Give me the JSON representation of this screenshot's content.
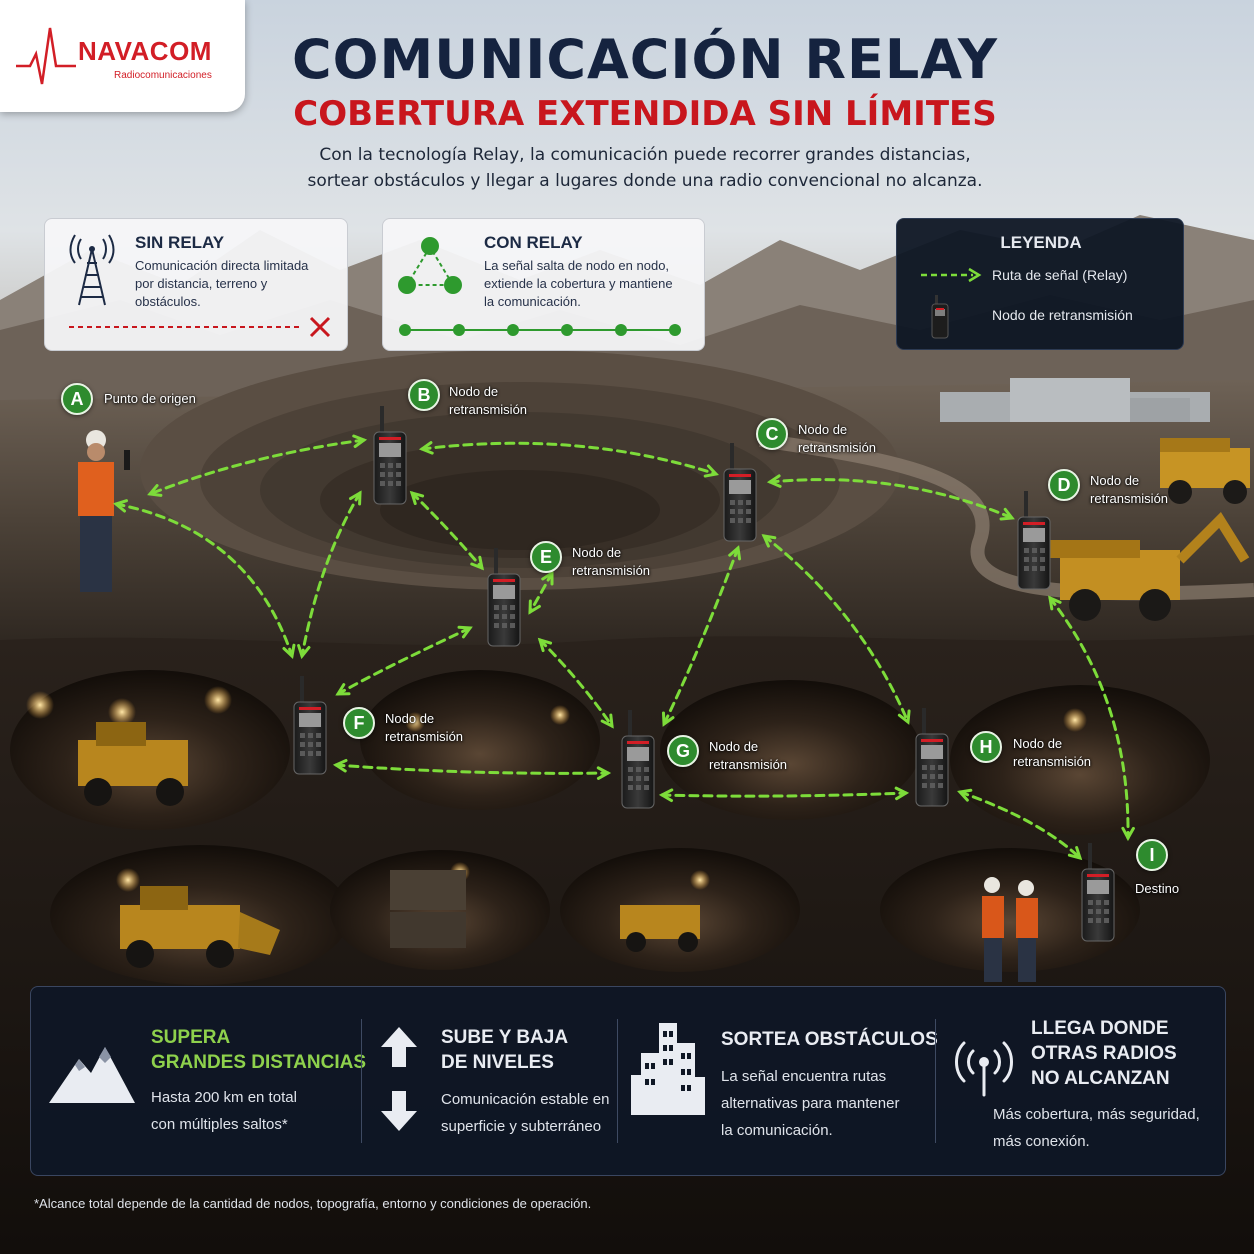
{
  "brand": {
    "name": "NAVACOM",
    "tagline": "Radiocomunicaciones",
    "color": "#d21e26"
  },
  "header": {
    "title": "COMUNICACIÓN RELAY",
    "subtitle": "COBERTURA EXTENDIDA SIN LÍMITES",
    "intro_line1": "Con la tecnología Relay, la comunicación puede recorrer grandes distancias,",
    "intro_line2": "sortear obstáculos y llegar a lugares donde una radio convencional no alcanza."
  },
  "sin_relay": {
    "title": "SIN RELAY",
    "line1": "Comunicación directa limitada",
    "line2": "por distancia, terreno y",
    "line3": "obstáculos.",
    "icon": "radio-tower-icon"
  },
  "con_relay": {
    "title": "CON RELAY",
    "line1": "La señal salta de nodo en nodo,",
    "line2": "extiende la cobertura y mantiene",
    "line3": "la comunicación.",
    "icon": "relay-triangle-icon"
  },
  "legend": {
    "title": "LEYENDA",
    "route": "Ruta de señal (Relay)",
    "node": "Nodo de retransmisión"
  },
  "nodes": [
    {
      "id": "A",
      "line1": "Punto de origen",
      "line2": ""
    },
    {
      "id": "B",
      "line1": "Nodo de",
      "line2": "retransmisión"
    },
    {
      "id": "C",
      "line1": "Nodo de",
      "line2": "retransmisión"
    },
    {
      "id": "D",
      "line1": "Nodo de",
      "line2": "retransmisión"
    },
    {
      "id": "E",
      "line1": "Nodo de",
      "line2": "retransmisión"
    },
    {
      "id": "F",
      "line1": "Nodo de",
      "line2": "retransmisión"
    },
    {
      "id": "G",
      "line1": "Nodo de",
      "line2": "retransmisión"
    },
    {
      "id": "H",
      "line1": "Nodo de",
      "line2": "retransmisión"
    },
    {
      "id": "I",
      "line1": "Destino",
      "line2": ""
    }
  ],
  "features": [
    {
      "title1": "SUPERA",
      "title2": "GRANDES DISTANCIAS",
      "title3": "",
      "text1": "Hasta 200 km en total",
      "text2": "con múltiples saltos*",
      "icon": "mountain-icon"
    },
    {
      "title1": "SUBE Y BAJA",
      "title2": "DE NIVELES",
      "title3": "",
      "text1": "Comunicación estable en",
      "text2": "superficie y subterráneo",
      "icon": "up-down-arrows-icon"
    },
    {
      "title1": "SORTEA OBSTÁCULOS",
      "title2": "",
      "title3": "",
      "text1": "La señal encuentra rutas",
      "text2": "alternativas para mantener",
      "text3": "la comunicación.",
      "icon": "buildings-icon"
    },
    {
      "title1": "LLEGA DONDE",
      "title2": "OTRAS RADIOS",
      "title3": "NO ALCANZAN",
      "text1": "Más cobertura, más seguridad,",
      "text2": "más conexión.",
      "icon": "antenna-signal-icon"
    }
  ],
  "footnote": "*Alcance total depende de la cantidad de nodos, topografía, entorno y condiciones de operación.",
  "colors": {
    "relay_green": "#7ddc3a",
    "navy": "#15233f",
    "red": "#c8161d",
    "panel": "#0f1725"
  }
}
